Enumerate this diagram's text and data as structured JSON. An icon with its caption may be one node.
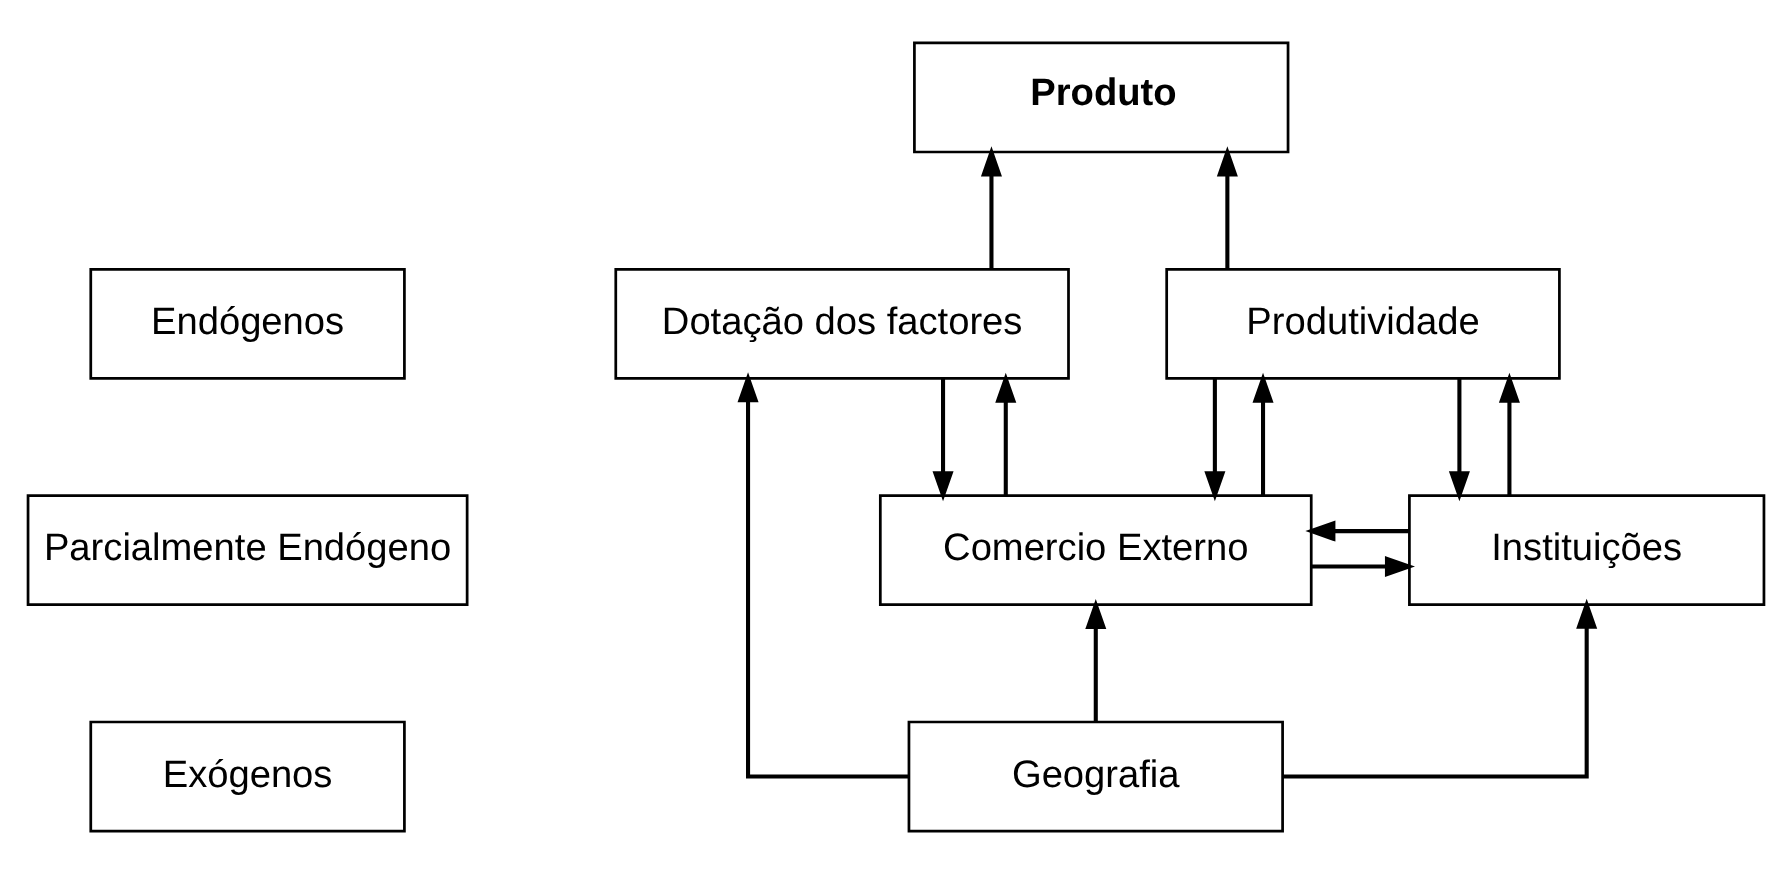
{
  "diagram": {
    "nodes": [
      {
        "text": [
          "Endógenos"
        ]
      },
      {
        "text": [
          "Parcialmente Endógeno"
        ]
      },
      {
        "text": [
          "Exógenos"
        ]
      },
      {
        "text": [
          "Produto"
        ]
      },
      {
        "text": [
          "Dotação dos factores"
        ]
      },
      {
        "text": [
          "Produtividade"
        ]
      },
      {
        "text": [
          "Comercio Externo"
        ]
      },
      {
        "text": [
          "Instituições"
        ]
      },
      {
        "text": [
          "Geografia"
        ]
      }
    ],
    "edges": [
      {
        "from": 4,
        "to": 3,
        "arrow": "to"
      },
      {
        "from": 5,
        "to": 3,
        "arrow": "to"
      },
      {
        "from": 4,
        "to": 6,
        "arrow": "to"
      },
      {
        "from": 6,
        "to": 4,
        "arrow": "to"
      },
      {
        "from": 5,
        "to": 6,
        "arrow": "to"
      },
      {
        "from": 6,
        "to": 5,
        "arrow": "to"
      },
      {
        "from": 7,
        "to": 5,
        "arrow": "to"
      },
      {
        "from": 5,
        "to": 7,
        "arrow": "to"
      },
      {
        "from": 6,
        "to": 7,
        "arrow": "to"
      },
      {
        "from": 7,
        "to": 6,
        "arrow": "to"
      },
      {
        "from": 8,
        "to": 4,
        "arrow": "to"
      },
      {
        "from": 8,
        "to": 6,
        "arrow": "to"
      },
      {
        "from": 8,
        "to": 7,
        "arrow": "to"
      }
    ]
  }
}
